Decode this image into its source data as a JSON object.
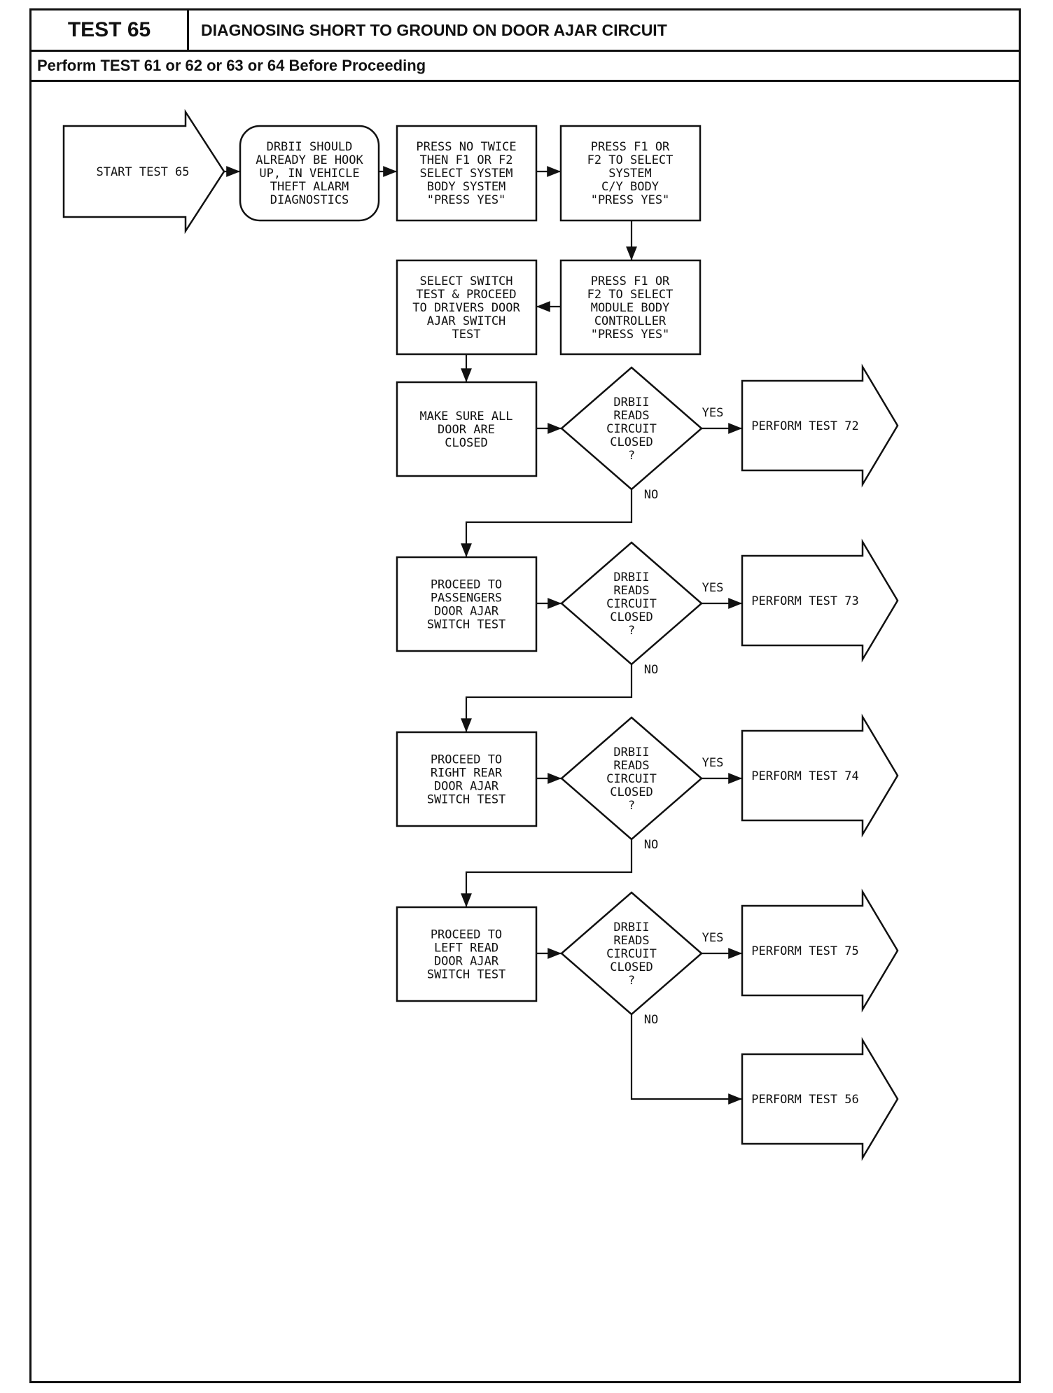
{
  "header": {
    "test_label": "TEST 65",
    "title": "DIAGNOSING SHORT TO GROUND ON DOOR AJAR CIRCUIT",
    "prerequisite": "Perform TEST 61 or 62 or 63 or 64 Before Proceeding"
  },
  "flowchart": {
    "start": [
      "START TEST 65"
    ],
    "step1": [
      "DRBII SHOULD",
      "ALREADY BE HOOK",
      "UP, IN VEHICLE",
      "THEFT ALARM",
      "DIAGNOSTICS"
    ],
    "step2": [
      "PRESS NO TWICE",
      "THEN F1 OR F2",
      "SELECT SYSTEM",
      "BODY SYSTEM",
      "\"PRESS YES\""
    ],
    "step3": [
      "PRESS F1 OR",
      "F2 TO SELECT",
      "SYSTEM",
      "C/Y BODY",
      "\"PRESS YES\""
    ],
    "step4": [
      "PRESS F1 OR",
      "F2 TO SELECT",
      "MODULE BODY",
      "CONTROLLER",
      "\"PRESS YES\""
    ],
    "step5": [
      "SELECT SWITCH",
      "TEST & PROCEED",
      "TO DRIVERS DOOR",
      "AJAR SWITCH",
      "TEST"
    ],
    "check1": [
      "MAKE SURE ALL",
      "DOOR ARE",
      "CLOSED"
    ],
    "check2": [
      "PROCEED TO",
      "PASSENGERS",
      "DOOR AJAR",
      "SWITCH TEST"
    ],
    "check3": [
      "PROCEED TO",
      "RIGHT REAR",
      "DOOR AJAR",
      "SWITCH TEST"
    ],
    "check4": [
      "PROCEED TO",
      "LEFT READ",
      "DOOR AJAR",
      "SWITCH TEST"
    ],
    "decision": [
      "DRBII",
      "READS",
      "CIRCUIT",
      "CLOSED",
      "?"
    ],
    "yes_label": "YES",
    "no_label": "NO",
    "result1": [
      "PERFORM TEST 72"
    ],
    "result2": [
      "PERFORM TEST 73"
    ],
    "result3": [
      "PERFORM TEST 74"
    ],
    "result4": [
      "PERFORM TEST 75"
    ],
    "result5": [
      "PERFORM TEST 56"
    ]
  }
}
